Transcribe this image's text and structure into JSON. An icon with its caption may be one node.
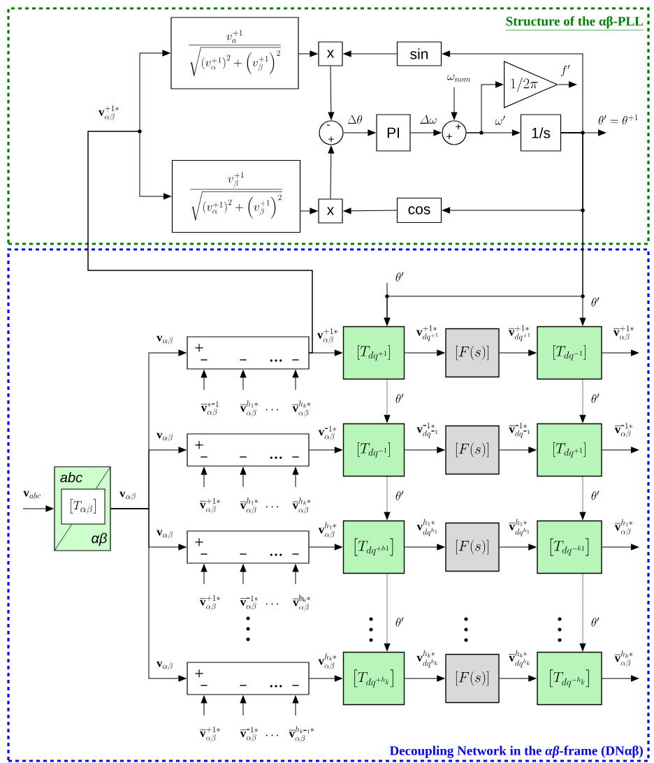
{
  "diagram": {
    "nodes": [
      {
        "text": [
          "Structure of the αβ-PLL"
        ]
      },
      {
        "text": [
          "\\frac{v_a^{+1}}{\\sqrt{\\left(v_\\alpha^{+1}\\right)^2+\\left(v_\\beta^{+1}\\right)^2}}"
        ],
        "in": 0
      },
      {
        "text": [
          "\\frac{v_\\beta^{+1}}{\\sqrt{\\left(v_\\alpha^{+1}\\right)^2+\\left(v_\\beta^{+1}\\right)^2}}"
        ],
        "in": 0
      },
      {
        "text": [
          "x"
        ],
        "in": 0
      },
      {
        "text": [
          "x"
        ],
        "in": 0
      },
      {
        "text": [
          "sin"
        ],
        "in": 0
      },
      {
        "text": [
          "cos"
        ],
        "in": 0
      },
      {
        "text": [
          "-",
          "+"
        ],
        "in": 0
      },
      {
        "text": [
          "PI"
        ],
        "in": 0
      },
      {
        "text": [
          "+",
          "+"
        ],
        "in": 0
      },
      {
        "text": [
          "1/2\\pi"
        ],
        "in": 0
      },
      {
        "text": [
          "1/s"
        ],
        "in": 0
      },
      {
        "text": [
          "Decoupling Network in the *αβ*-frame (DNαβ)"
        ]
      },
      {
        "text": [
          "abc",
          "\\left[T_{\\alpha\\beta}\\right]",
          "αβ"
        ],
        "in": 12
      },
      {
        "text": [
          "+",
          "−",
          "−",
          "…",
          "−"
        ],
        "in": 12
      },
      {
        "text": [
          "\\left[T_{dq^{+1}}\\right]"
        ],
        "in": 12
      },
      {
        "text": [
          "\\left[F(s)\\right]"
        ],
        "in": 12
      },
      {
        "text": [
          "\\left[T_{dq^{-1}}\\right]"
        ],
        "in": 12
      },
      {
        "text": [
          "+",
          "−",
          "−",
          "…",
          "−"
        ],
        "in": 12
      },
      {
        "text": [
          "\\left[T_{dq^{-1}}\\right]"
        ],
        "in": 12
      },
      {
        "text": [
          "\\left[F(s)\\right]"
        ],
        "in": 12
      },
      {
        "text": [
          "\\left[T_{dq^{+1}}\\right]"
        ],
        "in": 12
      },
      {
        "text": [
          "+",
          "−",
          "−",
          "…",
          "−"
        ],
        "in": 12
      },
      {
        "text": [
          "\\left[T_{dq^{+h1}}\\right]"
        ],
        "in": 12
      },
      {
        "text": [
          "\\left[F(s)\\right]"
        ],
        "in": 12
      },
      {
        "text": [
          "\\left[T_{dq^{-h1}}\\right]"
        ],
        "in": 12
      },
      {
        "text": [
          "+",
          "−",
          "−",
          "…",
          "−"
        ],
        "in": 12
      },
      {
        "text": [
          "\\left[T_{dq^{+h_k}}\\right]"
        ],
        "in": 12
      },
      {
        "text": [
          "\\left[F(s)\\right]"
        ],
        "in": 12
      },
      {
        "text": [
          "\\left[T_{dq^{-h_k}}\\right]"
        ],
        "in": 12
      }
    ],
    "edges": [
      {
        "from": null,
        "to": 13,
        "arrow": "to",
        "label": "\\mathbf{v}_{abc}"
      },
      {
        "from": 13,
        "to": 14,
        "arrow": "to",
        "label": "\\mathbf{v}_{\\alpha\\beta}"
      },
      {
        "from": 13,
        "to": 18,
        "arrow": "to",
        "label": "\\mathbf{v}_{\\alpha\\beta}"
      },
      {
        "from": 13,
        "to": 22,
        "arrow": "to",
        "label": "\\mathbf{v}_{\\alpha\\beta}"
      },
      {
        "from": 13,
        "to": 26,
        "arrow": "to",
        "label": "\\mathbf{v}_{\\alpha\\beta}"
      },
      {
        "from": 14,
        "to": 15,
        "arrow": "to",
        "label": "\\mathbf{v}^{+1*}_{\\alpha\\beta}"
      },
      {
        "from": 15,
        "to": 16,
        "arrow": "to",
        "label": "\\mathbf{v}^{+1*}_{dq^{+1}}"
      },
      {
        "from": 16,
        "to": 17,
        "arrow": "to",
        "label": "\\overline{\\mathbf{v}}^{+1*}_{dq^{+1}}"
      },
      {
        "from": 17,
        "to": null,
        "arrow": "to",
        "label": "\\overline{\\mathbf{v}}^{+1*}_{\\alpha\\beta}"
      },
      {
        "from": null,
        "to": 14,
        "arrow": "to",
        "label": "\\overline{\\mathbf{v}}^{*\\mbox{-}1}_{\\alpha\\beta}"
      },
      {
        "from": null,
        "to": 14,
        "arrow": "to",
        "label": "\\overline{\\mathbf{v}}^{h_1*}_{\\alpha\\beta}"
      },
      {
        "from": null,
        "to": 14,
        "arrow": "to",
        "label": "\\overline{\\mathbf{v}}^{h_k*}_{\\alpha\\beta}"
      },
      {
        "from": 18,
        "to": 19,
        "arrow": "to",
        "label": "\\mathbf{v}^{\\mbox{-}1*}_{\\alpha\\beta}"
      },
      {
        "from": 19,
        "to": 20,
        "arrow": "to",
        "label": "\\mathbf{v}^{\\mbox{-}1*}_{dq^{\\mbox{-}1}}"
      },
      {
        "from": 20,
        "to": 21,
        "arrow": "to",
        "label": "\\overline{\\mathbf{v}}^{\\mbox{-}1*}_{dq^{\\mbox{-}1}}"
      },
      {
        "from": 21,
        "to": null,
        "arrow": "to",
        "label": "\\overline{\\mathbf{v}}^{\\mbox{-}1*}_{\\alpha\\beta}"
      },
      {
        "from": null,
        "to": 18,
        "arrow": "to",
        "label": "\\overline{\\mathbf{v}}^{+1*}_{\\alpha\\beta}"
      },
      {
        "from": null,
        "to": 18,
        "arrow": "to",
        "label": "\\overline{\\mathbf{v}}^{h_1*}_{\\alpha\\beta}"
      },
      {
        "from": null,
        "to": 18,
        "arrow": "to",
        "label": "\\overline{\\mathbf{v}}^{h_k*}_{\\alpha\\beta}"
      },
      {
        "from": 22,
        "to": 23,
        "arrow": "to",
        "label": "\\mathbf{v}^{h_1*}_{\\alpha\\beta}"
      },
      {
        "from": 23,
        "to": 24,
        "arrow": "to",
        "label": "\\mathbf{v}^{h_1*}_{dq^{h_1}}"
      },
      {
        "from": 24,
        "to": 25,
        "arrow": "to",
        "label": "\\overline{\\mathbf{v}}^{h_1*}_{dq^{h_1}}"
      },
      {
        "from": 25,
        "to": null,
        "arrow": "to",
        "label": "\\overline{\\mathbf{v}}^{h_1*}_{\\alpha\\beta}"
      },
      {
        "from": null,
        "to": 22,
        "arrow": "to",
        "label": "\\overline{\\mathbf{v}}^{+1*}_{\\alpha\\beta}"
      },
      {
        "from": null,
        "to": 22,
        "arrow": "to",
        "label": "\\overline{\\mathbf{v}}^{\\mbox{-}1*}_{\\alpha\\beta}"
      },
      {
        "from": null,
        "to": 22,
        "arrow": "to",
        "label": "\\overline{\\mathbf{v}}^{\\mathrm{h_k}*}_{\\alpha\\beta}"
      },
      {
        "from": 26,
        "to": 27,
        "arrow": "to",
        "label": "\\mathbf{v}^{h_k*}_{\\alpha\\beta}"
      },
      {
        "from": 27,
        "to": 28,
        "arrow": "to",
        "label": "\\mathbf{v}^{h_k*}_{dq^{h_k}}"
      },
      {
        "from": 28,
        "to": 29,
        "arrow": "to",
        "label": "\\overline{\\mathbf{v}}^{h_k*}_{dq^{h_k}}"
      },
      {
        "from": 29,
        "to": null,
        "arrow": "to",
        "label": "\\overline{\\mathbf{v}}^{h_k*}_{\\alpha\\beta}"
      },
      {
        "from": null,
        "to": 26,
        "arrow": "to",
        "label": "\\overline{\\mathbf{v}}^{+1*}_{\\alpha\\beta}"
      },
      {
        "from": null,
        "to": 26,
        "arrow": "to",
        "label": "\\overline{\\mathbf{v}}^{\\mbox{-}1*}_{\\alpha\\beta}"
      },
      {
        "from": null,
        "to": 26,
        "arrow": "to",
        "label": "\\overline{\\mathbf{v}}^{h_{k\\mbox{-}1}*}_{\\alpha\\beta}"
      },
      {
        "from": 14,
        "to": 1,
        "arrow": "to",
        "label": "\\mathbf{v}^{+1*}_{\\alpha\\beta}"
      },
      {
        "from": 14,
        "to": 2,
        "arrow": "to"
      },
      {
        "from": 1,
        "to": 3,
        "arrow": "to"
      },
      {
        "from": 2,
        "to": 4,
        "arrow": "to"
      },
      {
        "from": 5,
        "to": 3,
        "arrow": "to"
      },
      {
        "from": 6,
        "to": 4,
        "arrow": "to"
      },
      {
        "from": 3,
        "to": 7,
        "arrow": "to"
      },
      {
        "from": 4,
        "to": 7,
        "arrow": "to"
      },
      {
        "from": 7,
        "to": 8,
        "arrow": "to",
        "label": "\\Delta\\theta"
      },
      {
        "from": 8,
        "to": 9,
        "arrow": "to",
        "label": "\\varDelta\\omega"
      },
      {
        "from": null,
        "to": 9,
        "arrow": "to",
        "label": "\\omega_{nom}"
      },
      {
        "from": 9,
        "to": 11,
        "arrow": "to",
        "label": "\\omega'"
      },
      {
        "from": 9,
        "to": 10,
        "arrow": "to"
      },
      {
        "from": 10,
        "to": null,
        "arrow": "to",
        "label": "f'"
      },
      {
        "from": 11,
        "to": null,
        "arrow": "to",
        "label": "\\theta'=\\theta^{+1}"
      },
      {
        "from": 11,
        "to": 5,
        "arrow": "to"
      },
      {
        "from": 11,
        "to": 6,
        "arrow": "to"
      },
      {
        "from": 11,
        "to": 17,
        "arrow": "to",
        "label": "\\theta'"
      },
      {
        "from": 11,
        "to": 15,
        "arrow": "to"
      },
      {
        "from": null,
        "to": 15,
        "arrow": "to",
        "label": "\\theta'"
      },
      {
        "from": 15,
        "to": 19,
        "arrow": "to",
        "style": "dashed",
        "label": "\\theta'"
      },
      {
        "from": 19,
        "to": 23,
        "arrow": "to",
        "style": "dashed",
        "label": "\\theta'"
      },
      {
        "from": 23,
        "to": 27,
        "arrow": "to",
        "style": "dashed",
        "label": "\\theta'"
      },
      {
        "from": 17,
        "to": 21,
        "arrow": "to",
        "style": "dashed",
        "label": "\\theta'"
      },
      {
        "from": 21,
        "to": 25,
        "arrow": "to",
        "style": "dashed",
        "label": "\\theta'"
      },
      {
        "from": 25,
        "to": 29,
        "arrow": "to",
        "style": "dashed",
        "label": "\\theta'"
      }
    ],
    "labels": [
      "\\mathbf{v}_{\\alpha\\beta}",
      "\\cdots",
      "\\cdots",
      "\\cdots",
      "\\cdots"
    ]
  }
}
